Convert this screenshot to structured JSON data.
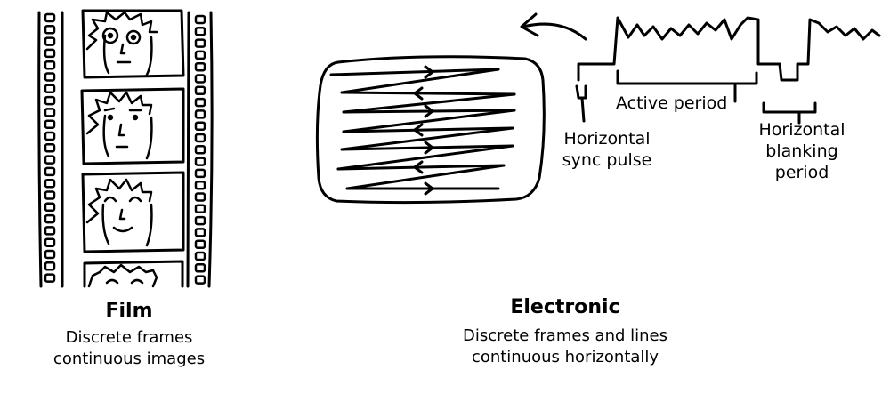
{
  "film": {
    "title": "Film",
    "caption_line1": "Discrete frames",
    "caption_line2": "continuous images"
  },
  "electronic": {
    "title": "Electronic",
    "caption_line1": "Discrete frames and lines",
    "caption_line2": "continuous horizontally"
  },
  "signal_labels": {
    "active_period": "Active period",
    "hsync_line1": "Horizontal",
    "hsync_line2": "sync pulse",
    "hblank_line1": "Horizontal",
    "hblank_line2": "blanking",
    "hblank_line3": "period"
  },
  "icons": {
    "film_strip": "film-strip-icon",
    "crt_screen": "crt-screen-icon",
    "scan_direction_arrow": "curved-arrow-icon"
  },
  "colors": {
    "ink": "#000000",
    "background": "#ffffff"
  }
}
